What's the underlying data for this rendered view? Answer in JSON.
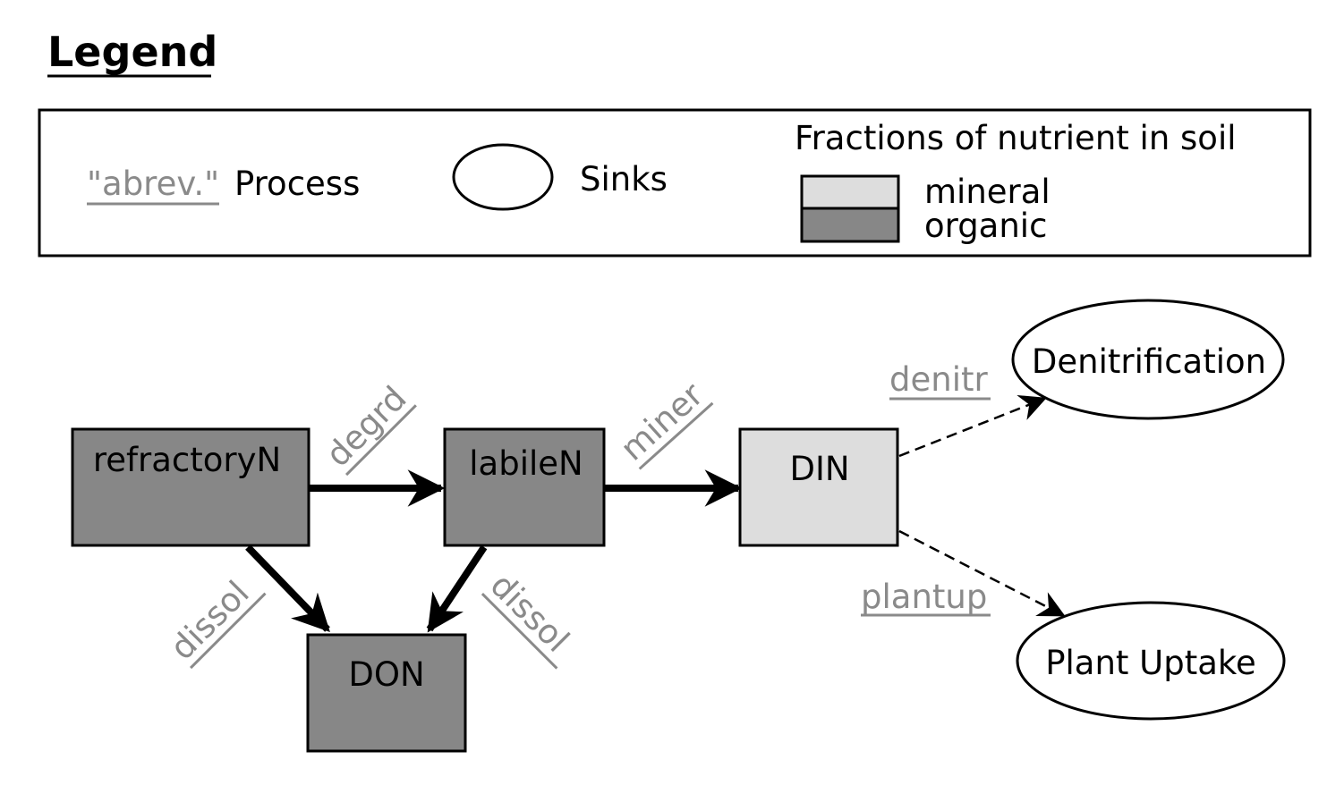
{
  "legend": {
    "title": "Legend",
    "abbrev_sample": "\"abrev.\"",
    "process_label": "Process",
    "sinks_label": "Sinks",
    "fractions_title": "Fractions of nutrient in soil",
    "mineral_label": "mineral",
    "organic_label": "organic"
  },
  "colors": {
    "organic": "#878787",
    "mineral": "#dddddd",
    "process_text": "#8a8a8a",
    "stroke": "#000000"
  },
  "pools": {
    "refractory": "refractoryN",
    "labile": "labileN",
    "din": "DIN",
    "don": "DON"
  },
  "sinks": {
    "denitrification": "Denitrification",
    "plant_uptake": "Plant Uptake"
  },
  "processes": {
    "degrd": "degrd",
    "miner": "miner",
    "dissol_left": "dissol",
    "dissol_right": "dissol",
    "denitr": "denitr",
    "plantup": "plantup"
  }
}
